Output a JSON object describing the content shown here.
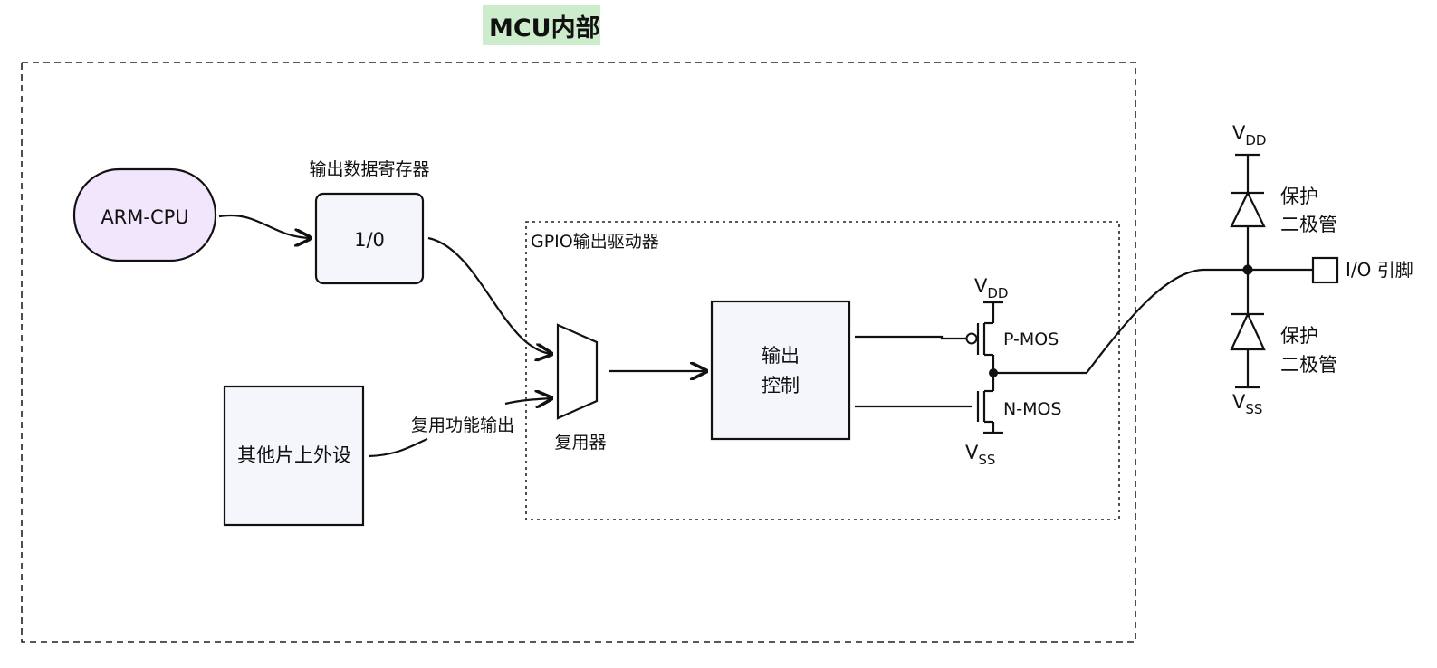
{
  "title": "MCU内部",
  "cpu": {
    "label": "ARM-CPU",
    "fill": "#f1e6fb"
  },
  "register": {
    "caption": "输出数据寄存器",
    "label": "1/0"
  },
  "peripheral": {
    "label": "其他片上外设",
    "arrow_label": "复用功能输出"
  },
  "gpio_driver": {
    "title": "GPIO输出驱动器"
  },
  "mux": {
    "label": "复用器"
  },
  "output_control": {
    "line1": "输出",
    "line2": "控制"
  },
  "transistors": {
    "vdd": "V",
    "vdd_sub": "DD",
    "vss": "V",
    "vss_sub": "SS",
    "pmos": "P-MOS",
    "nmos": "N-MOS"
  },
  "protection": {
    "vdd": "V",
    "vdd_sub": "DD",
    "vss": "V",
    "vss_sub": "SS",
    "top_line1": "保护",
    "top_line2": "二极管",
    "bottom_line1": "保护",
    "bottom_line2": "二极管",
    "pin_label": "I/O 引脚"
  }
}
